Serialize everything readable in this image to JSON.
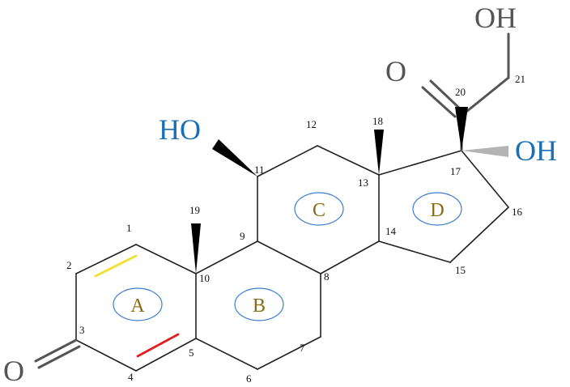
{
  "diagram": {
    "groups": {
      "oh_top": "OH",
      "o_ketone_top": "O",
      "ho_left": "HO",
      "oh_right": "OH",
      "o_ketone_bottom": "O"
    },
    "ring_labels": {
      "a": "A",
      "b": "B",
      "c": "C",
      "d": "D"
    },
    "atom_numbers": {
      "n1": "1",
      "n2": "2",
      "n3": "3",
      "n4": "4",
      "n5": "5",
      "n6": "6",
      "n7": "7",
      "n8": "8",
      "n9": "9",
      "n10": "10",
      "n11": "11",
      "n12": "12",
      "n13": "13",
      "n14": "14",
      "n15": "15",
      "n16": "16",
      "n17": "17",
      "n18": "18",
      "n19": "19",
      "n20": "20",
      "n21": "21"
    },
    "colors": {
      "double_bond_1_2": "#f0e130",
      "double_bond_4_5": "#e02020",
      "ring_circle": "#3d7fd0",
      "ring_letter": "#8a6a12",
      "hydroxyl_blue": "#1a6fb5",
      "grey_text": "#555555"
    }
  }
}
